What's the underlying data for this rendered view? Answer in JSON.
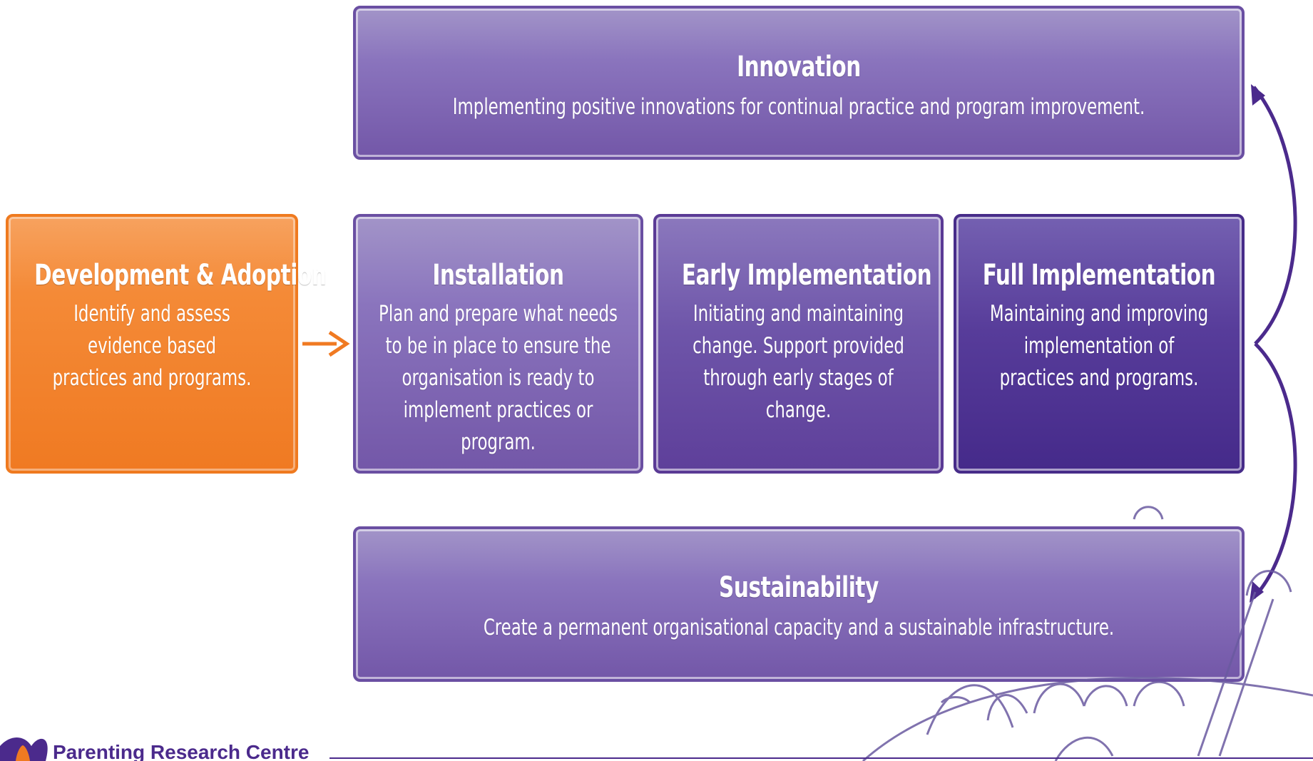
{
  "stages": {
    "development": {
      "title": "Development & Adoption",
      "description": "Identify and assess evidence based practices and programs."
    },
    "installation": {
      "title": "Installation",
      "description": "Plan and prepare what needs to be in place to ensure the organisation is ready to implement practices or program."
    },
    "early": {
      "title": "Early Implementation",
      "description": "Initiating and maintaining change. Support provided through early stages of change."
    },
    "full": {
      "title": "Full Implementation",
      "description": "Maintaining and improving implementation of practices and programs."
    }
  },
  "innovation": {
    "title": "Innovation",
    "description": "Implementing positive innovations for continual practice and program improvement."
  },
  "sustainability": {
    "title": "Sustainability",
    "description": "Create a permanent organisational capacity and a sustainable infrastructure."
  },
  "footer": {
    "brand": "Parenting Research Centre",
    "logo": "prc-logo-icon"
  },
  "colors": {
    "orange": "#f07a22",
    "purple_light": "#8a74bd",
    "purple_mid": "#6e55a9",
    "purple_dark": "#573c9a",
    "arrow": "#4b2a8c",
    "brand": "#4b2a8c"
  }
}
